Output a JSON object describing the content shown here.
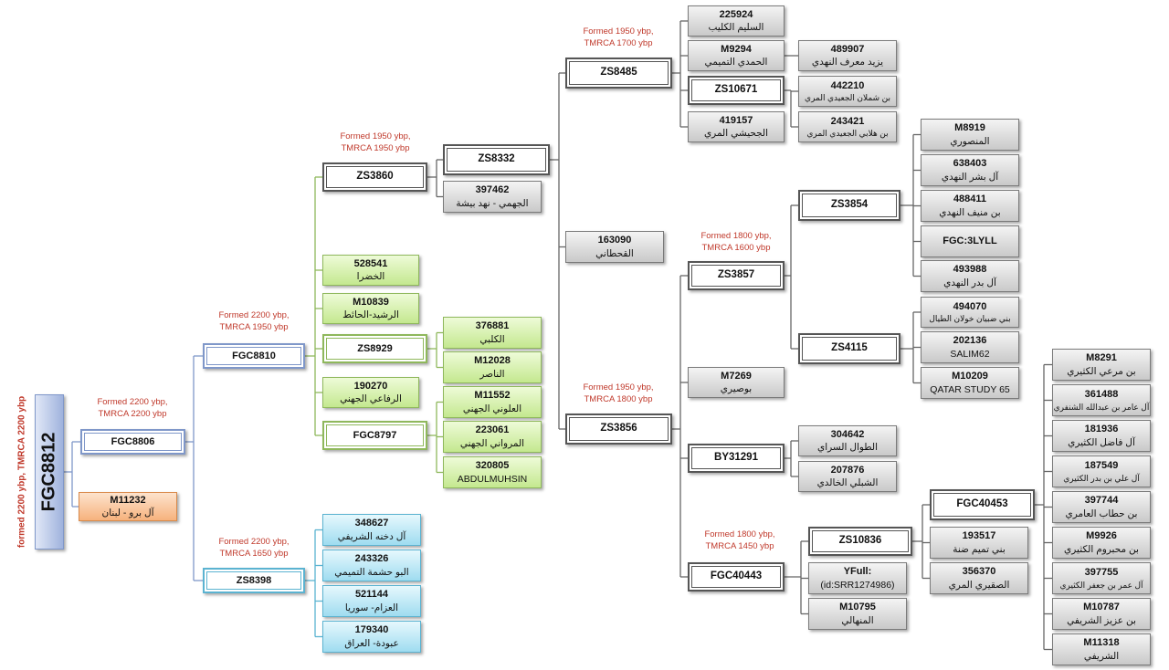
{
  "root": {
    "code": "FGC8812",
    "note": "formed 2200 ybp, TMRCA 2200 ybp"
  },
  "annotations": {
    "fgc8806": [
      "Formed 2200 ybp,",
      "TMRCA 2200 ybp"
    ],
    "fgc8810": [
      "Formed 2200 ybp,",
      "TMRCA 1950 ybp"
    ],
    "zs8398": [
      "Formed 2200 ybp,",
      "TMRCA 1650 ybp"
    ],
    "zs3860": [
      "Formed 1950 ybp,",
      "TMRCA 1950 ybp"
    ],
    "zs8485": [
      "Formed 1950 ybp,",
      "TMRCA 1700 ybp"
    ],
    "zs3856": [
      "Formed 1950 ybp,",
      "TMRCA 1800 ybp"
    ],
    "zs3857": [
      "Formed 1800 ybp,",
      "TMRCA 1600 ybp"
    ],
    "fgc40443": [
      "Formed 1800 ybp,",
      "TMRCA 1450 ybp"
    ]
  },
  "nodes": {
    "fgc8806": {
      "code": "FGC8806"
    },
    "m11232": {
      "code": "M11232",
      "name": "آل برو - لبنان"
    },
    "fgc8810": {
      "code": "FGC8810"
    },
    "zs8398": {
      "code": "ZS8398"
    },
    "zs3860": {
      "code": "ZS3860"
    },
    "n528541": {
      "code": "528541",
      "name": "الخضرا"
    },
    "m10839": {
      "code": "M10839",
      "name": "الرشيد-الحائط"
    },
    "zs8929": {
      "code": "ZS8929"
    },
    "n190270": {
      "code": "190270",
      "name": "الرفاعي الجهني"
    },
    "fgc8797": {
      "code": "FGC8797"
    },
    "n348627": {
      "code": "348627",
      "name": "آل دخنه الشريفي"
    },
    "n243326": {
      "code": "243326",
      "name": "البو حشمة التميمي"
    },
    "n521144": {
      "code": "521144",
      "name": "العزام- سوريا"
    },
    "n179340": {
      "code": "179340",
      "name": "عبودة- العراق"
    },
    "zs8332": {
      "code": "ZS8332"
    },
    "n397462": {
      "code": "397462",
      "name": "الجهمي - نهد بيشة"
    },
    "n376881": {
      "code": "376881",
      "name": "الكلبي"
    },
    "m12028": {
      "code": "M12028",
      "name": "الناصر"
    },
    "m11552": {
      "code": "M11552",
      "name": "العلوني الجهني"
    },
    "n223061": {
      "code": "223061",
      "name": "المرواني الجهني"
    },
    "n320805": {
      "code": "320805",
      "name": "ABDULMUHSIN"
    },
    "zs8485": {
      "code": "ZS8485"
    },
    "n163090": {
      "code": "163090",
      "name": "القحطاني"
    },
    "zs3856": {
      "code": "ZS3856"
    },
    "n225924": {
      "code": "225924",
      "name": "السليم الكليب"
    },
    "m9294": {
      "code": "M9294",
      "name": "الحمدي التميمي"
    },
    "zs10671": {
      "code": "ZS10671"
    },
    "n419157": {
      "code": "419157",
      "name": "الجحيشي المري"
    },
    "n489907": {
      "code": "489907",
      "name": "يزيد معرف النهدي"
    },
    "n442210": {
      "code": "442210",
      "name": "بن شملان الجعيدي المري"
    },
    "n243421": {
      "code": "243421",
      "name": "بن هلابي الجعيدي المري"
    },
    "zs3857": {
      "code": "ZS3857"
    },
    "m7269": {
      "code": "M7269",
      "name": "بوصيري"
    },
    "by31291": {
      "code": "BY31291"
    },
    "fgc40443": {
      "code": "FGC40443"
    },
    "zs3854": {
      "code": "ZS3854"
    },
    "zs4115": {
      "code": "ZS4115"
    },
    "m8919": {
      "code": "M8919",
      "name": "المنصوري"
    },
    "n638403": {
      "code": "638403",
      "name": "آل بشر النهدي"
    },
    "n488411": {
      "code": "488411",
      "name": "بن منيف النهدي"
    },
    "fgc3lyll": {
      "code": "FGC:3LYLL"
    },
    "n493988": {
      "code": "493988",
      "name": "آل بدر النهدي"
    },
    "n494070": {
      "code": "494070",
      "name": "بني ضبيان خولان الطيال"
    },
    "n202136": {
      "code": "202136",
      "name": "SALIM62"
    },
    "m10209": {
      "code": "M10209",
      "name": "QATAR STUDY 65"
    },
    "n304642": {
      "code": "304642",
      "name": "الطوال السراي"
    },
    "n207876": {
      "code": "207876",
      "name": "الشبلي الخالدي"
    },
    "zs10836": {
      "code": "ZS10836"
    },
    "yfull": {
      "code": "YFull:",
      "name": "(id:SRR1274986)"
    },
    "m10795": {
      "code": "M10795",
      "name": "المنهالي"
    },
    "fgc40453": {
      "code": "FGC40453"
    },
    "n193517": {
      "code": "193517",
      "name": "بني تميم ضنة"
    },
    "n356370": {
      "code": "356370",
      "name": "الصقيري المري"
    },
    "m8291": {
      "code": "M8291",
      "name": "بن مرعي الكثيري"
    },
    "n361488": {
      "code": "361488",
      "name": "آل عامر بن عبدالله الشنفري"
    },
    "n181936": {
      "code": "181936",
      "name": "آل فاضل الكثيري"
    },
    "n187549": {
      "code": "187549",
      "name": "آل علي بن بدر الكثيري"
    },
    "n397744": {
      "code": "397744",
      "name": "بن حطاب العامري"
    },
    "m9926": {
      "code": "M9926",
      "name": "بن محبروم الكثيري"
    },
    "n397755": {
      "code": "397755",
      "name": "آل عمر بن جعفر الكثيري"
    },
    "m10787": {
      "code": "M10787",
      "name": "بن عزيز الشريفي"
    },
    "m11318": {
      "code": "M11318",
      "name": "الشريفي"
    }
  }
}
